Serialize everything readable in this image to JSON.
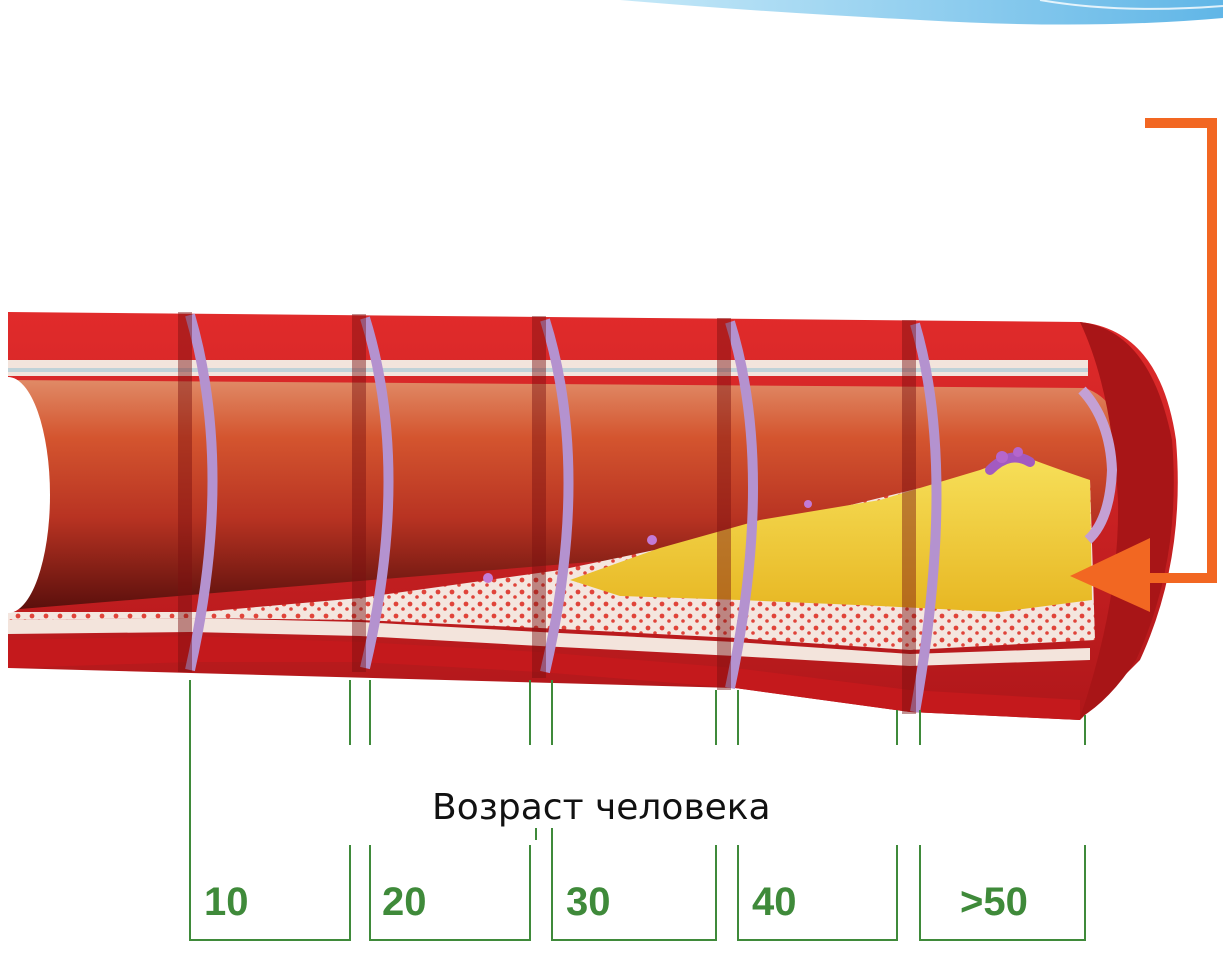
{
  "caption": "Возраст человека",
  "ages": [
    "10",
    "20",
    "30",
    "40",
    ">50"
  ],
  "colors": {
    "vessel_wall": "#d81e20",
    "vessel_lumen": "#c9372a",
    "plaque": "#f2d23a",
    "intima": "#c7a6d6",
    "bracket": "#3f8a3a",
    "arrow": "#f26722",
    "corner_accent": "#5fb8e8"
  },
  "icons": {
    "arrow": "orange-pointer-arrow",
    "corner": "light-blue-corner-decoration"
  }
}
